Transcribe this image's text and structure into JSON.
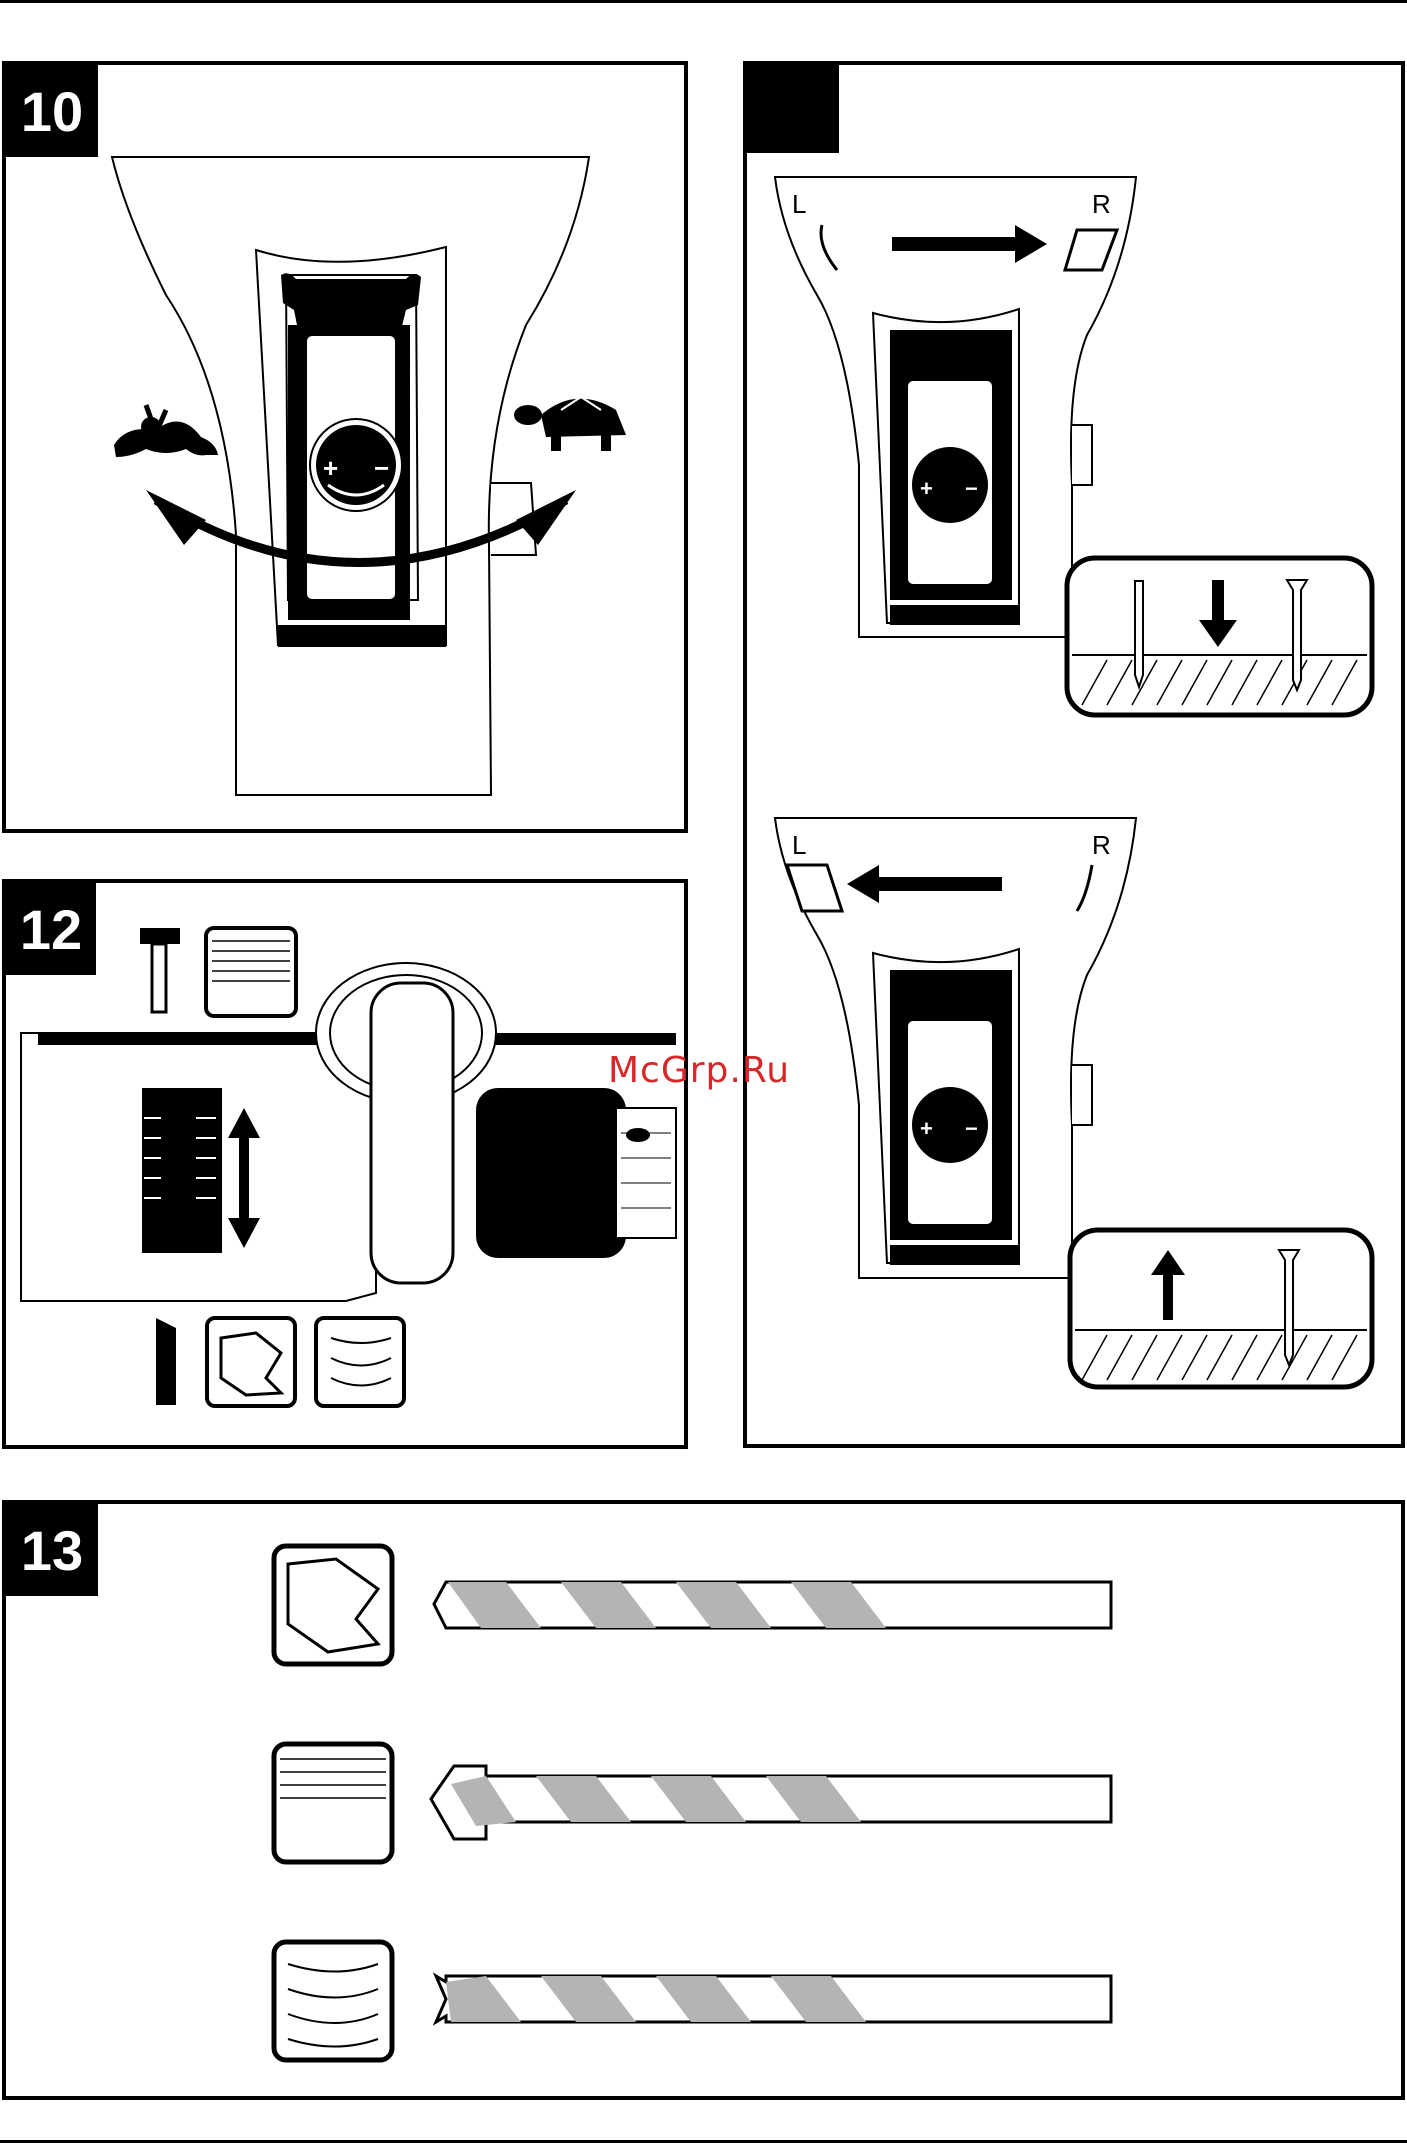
{
  "figures": {
    "fig10": {
      "number": "10",
      "slow_icon": "tortoise-icon",
      "fast_icon": "hare-icon",
      "speed_plus": "+",
      "speed_minus": "−"
    },
    "fig11": {
      "number": "",
      "left_label": "L",
      "right_label": "R",
      "speed_plus": "+",
      "speed_minus": "−",
      "inset_icons": [
        "drill-bit-icon",
        "screw-icon",
        "arrow-down-icon",
        "arrow-up-icon"
      ]
    },
    "fig12": {
      "number": "12",
      "hammer_mode_icons": [
        "hammer-icon",
        "brick-icon"
      ],
      "drill_mode_icons": [
        "drill-bit-icon",
        "metal-icon",
        "wood-icon"
      ]
    },
    "fig13": {
      "number": "13",
      "rows": [
        {
          "material_icon": "metal-icon",
          "bit": "metal-drill-bit"
        },
        {
          "material_icon": "brick-icon",
          "bit": "masonry-drill-bit"
        },
        {
          "material_icon": "wood-icon",
          "bit": "wood-drill-bit"
        }
      ]
    }
  },
  "watermark": "McGrp.Ru",
  "colors": {
    "ink": "#000000",
    "paper": "#ffffff",
    "bit_flute": "#b4b4b4",
    "watermark": "#d62828"
  }
}
